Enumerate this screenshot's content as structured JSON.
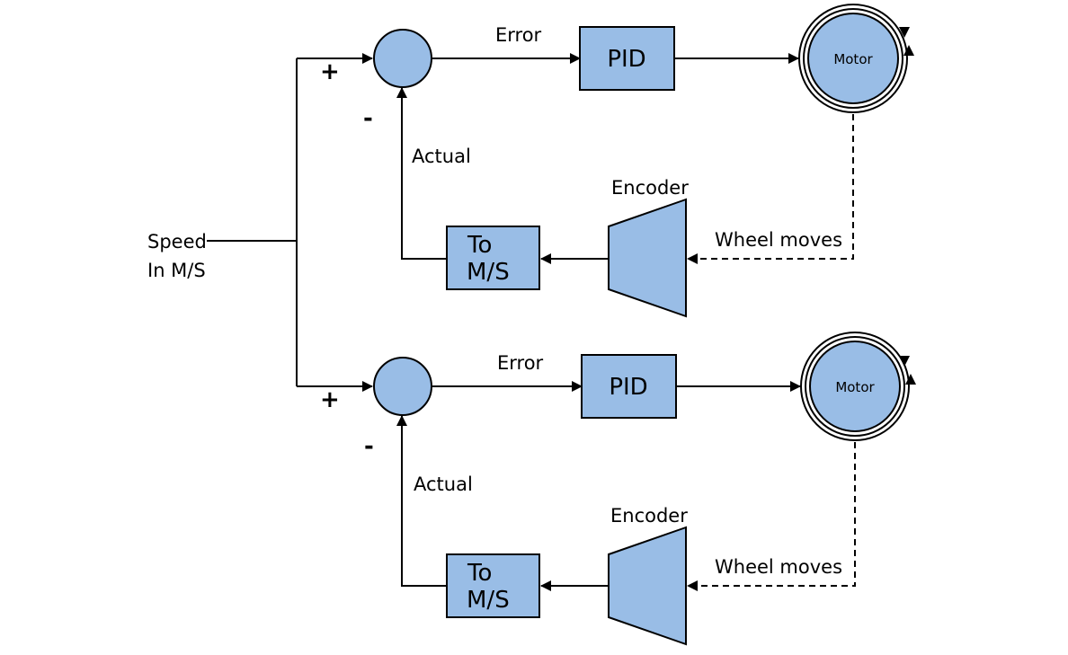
{
  "input": {
    "line1": "Speed",
    "line2": "In M/S"
  },
  "loops": [
    {
      "plus": "+",
      "minus": "-",
      "error_label": "Error",
      "pid_label": "PID",
      "motor_label": "Motor",
      "actual_label": "Actual",
      "encoder_label": "Encoder",
      "wheel_label": "Wheel moves",
      "converter_line1": "To",
      "converter_line2": "M/S"
    },
    {
      "plus": "+",
      "minus": "-",
      "error_label": "Error",
      "pid_label": "PID",
      "motor_label": "Motor",
      "actual_label": "Actual",
      "encoder_label": "Encoder",
      "wheel_label": "Wheel moves",
      "converter_line1": "To",
      "converter_line2": "M/S"
    }
  ],
  "colors": {
    "block_fill": "#99bde6",
    "line": "#000000"
  }
}
